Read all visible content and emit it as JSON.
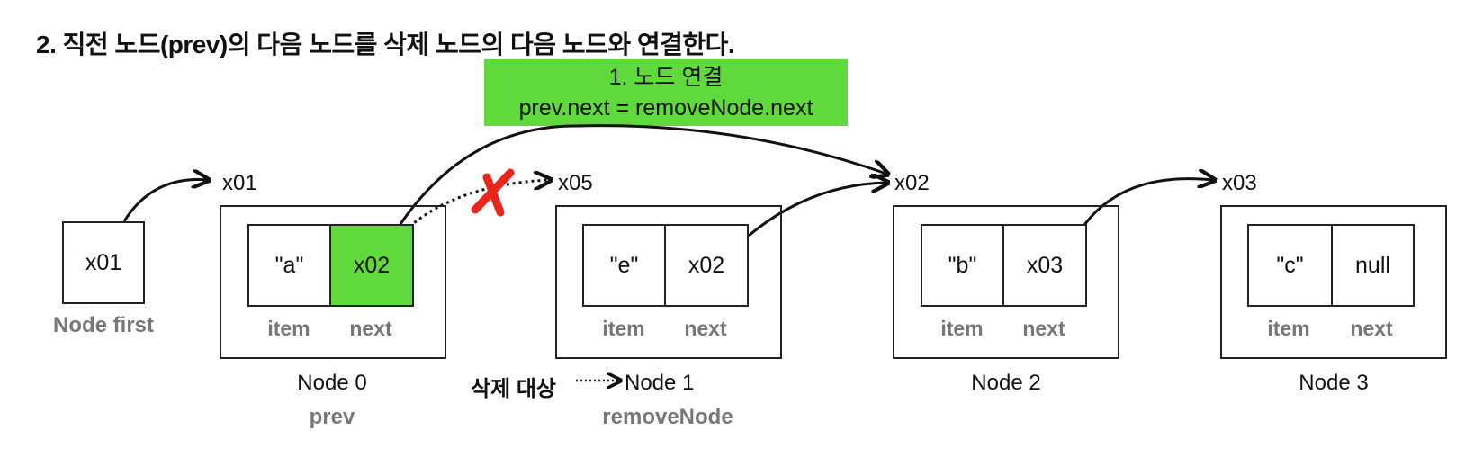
{
  "title": "2. 직전 노드(prev)의 다음 노드를 삭제 노드의 다음 노드와 연결한다.",
  "callout": {
    "line1": "1. 노드 연결",
    "line2": "prev.next = removeNode.next",
    "color": "#5fd93b"
  },
  "first": {
    "value": "x01",
    "label": "Node first"
  },
  "nodes": [
    {
      "address": "x01",
      "item": "\"a\"",
      "next": "x02",
      "name": "Node 0",
      "role": "prev",
      "next_highlight": true
    },
    {
      "address": "x05",
      "item": "\"e\"",
      "next": "x02",
      "name": "Node 1",
      "role": "removeNode",
      "prefix": "삭제 대상"
    },
    {
      "address": "x02",
      "item": "\"b\"",
      "next": "x03",
      "name": "Node 2"
    },
    {
      "address": "x03",
      "item": "\"c\"",
      "next": "null",
      "name": "Node 3"
    }
  ],
  "field_labels": {
    "item": "item",
    "next": "next"
  },
  "icons": {
    "removed_link": "red-x-icon"
  },
  "colors": {
    "highlight": "#5fd93b",
    "removed": "#e8261c",
    "muted_text": "#777777"
  }
}
